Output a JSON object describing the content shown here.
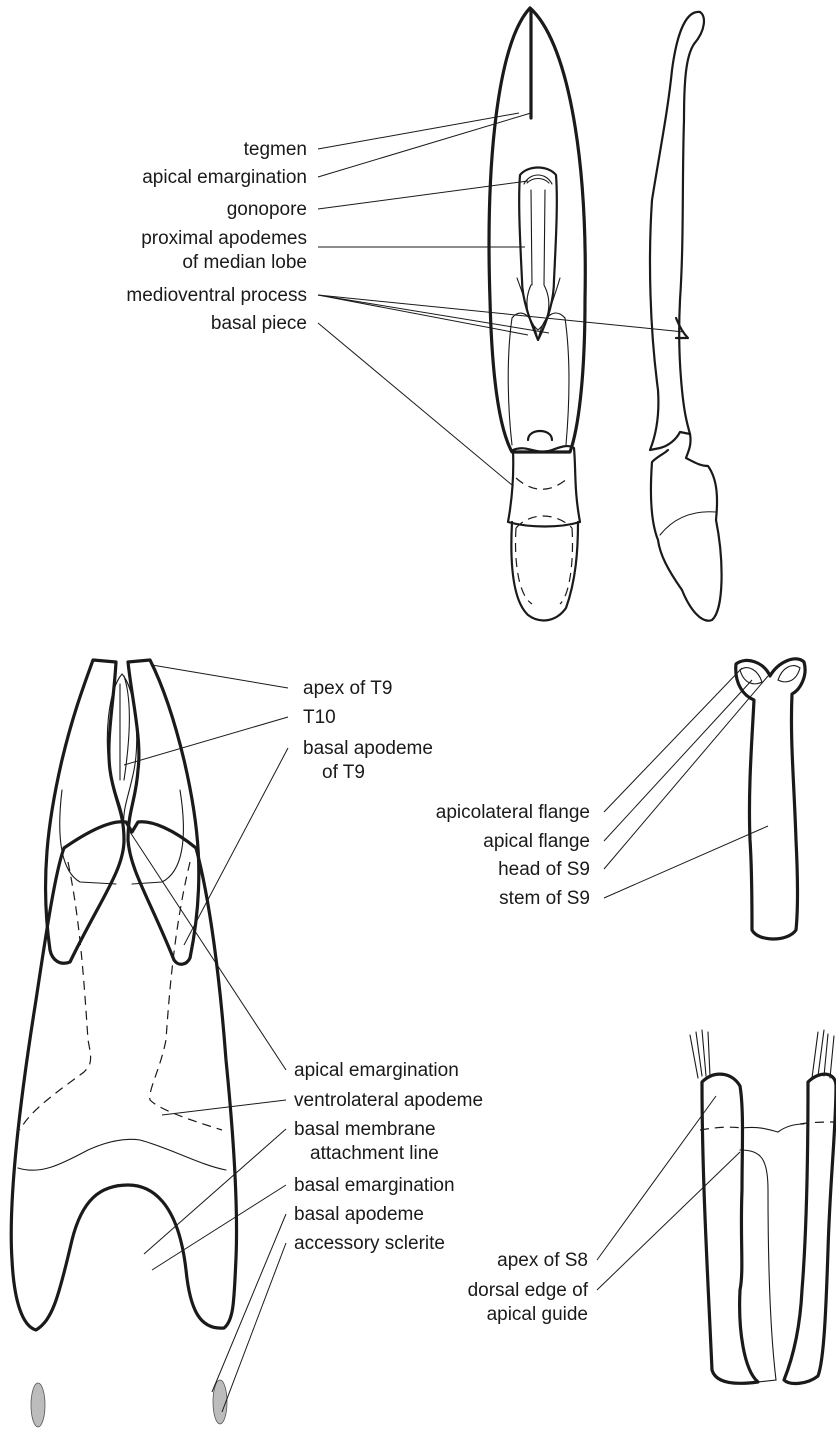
{
  "figure": {
    "aedeagus": {
      "labels": [
        "tegmen",
        "apical emargination",
        "gonopore",
        "proximal apodemes",
        "of median lobe",
        "medioventral process",
        "basal piece"
      ]
    },
    "tergite_t9": {
      "labels": [
        "apex of T9",
        "T10",
        "basal apodeme",
        "of T9"
      ]
    },
    "sternite_s9": {
      "labels": [
        "apicolateral flange",
        "apical flange",
        "head of S9",
        "stem of S9"
      ]
    },
    "sternite_s8": {
      "labels": [
        "apical emargination",
        "ventrolateral apodeme",
        "basal membrane",
        "attachment line",
        "basal emargination",
        "basal apodeme",
        "accessory sclerite"
      ]
    },
    "apical_guide": {
      "labels": [
        "apex of S8",
        "dorsal edge of",
        "apical guide"
      ]
    }
  }
}
